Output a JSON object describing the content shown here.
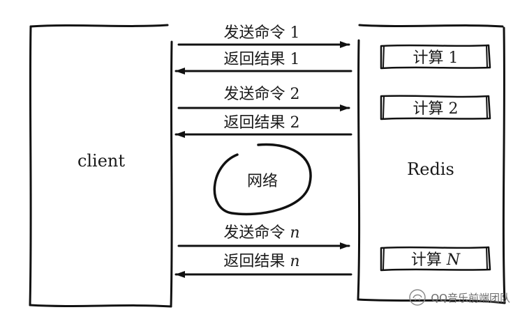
{
  "client_label": "client",
  "redis_label": "Redis",
  "network_label": "网络",
  "steps": [
    {
      "send": "发送命令 1",
      "recv": "返回结果 1",
      "compute": "计算 1"
    },
    {
      "send": "发送命令 2",
      "recv": "返回结果 2",
      "compute": "计算 2"
    }
  ],
  "step_n": {
    "send_prefix": "发送命令 ",
    "send_var": "n",
    "recv_prefix": "返回结果 ",
    "recv_var": "n",
    "compute_prefix": "计算 ",
    "compute_var": "N"
  },
  "watermark": "QQ音乐前端团队"
}
